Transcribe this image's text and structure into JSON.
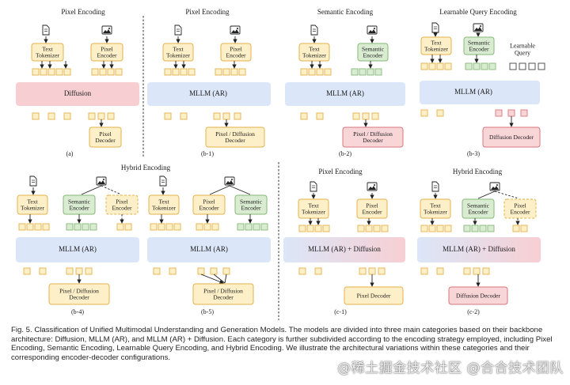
{
  "panels": {
    "a": {
      "title": "Pixel Encoding",
      "text_tokenizer": "Text\nTokenizer",
      "pixel_encoder": "Pixel\nEncoder",
      "backbone": "Diffusion",
      "decoder": "Pixel\nDecoder",
      "label": "(a)"
    },
    "b1": {
      "title": "Pixel Encoding",
      "text_tokenizer": "Text\nTokenizer",
      "pixel_encoder": "Pixel\nEncoder",
      "backbone": "MLLM (AR)",
      "decoder": "Pixel / Diffusion\nDecoder",
      "label": "(b-1)"
    },
    "b2": {
      "title": "Semantic Encoding",
      "text_tokenizer": "Text\nTokenizer",
      "semantic_encoder": "Semantic\nEncoder",
      "backbone": "MLLM (AR)",
      "decoder": "Pixel / Diffusion\nDecoder",
      "label": "(b-2)"
    },
    "b3": {
      "title": "Learnable Query Encoding",
      "text_tokenizer": "Text\nTokenizer",
      "semantic_encoder": "Semantic\nEncoder",
      "learnable_query": "Learnable\nQuery",
      "backbone": "MLLM (AR)",
      "decoder": "Diffusion Decoder",
      "label": "(b-3)"
    },
    "b4": {
      "text_tokenizer": "Text\nTokenizer",
      "semantic_encoder": "Semantic\nEncoder",
      "pixel_encoder": "Pixel\nEncoder",
      "backbone": "MLLM (AR)",
      "decoder": "Pixel / Diffusion\nDecoder",
      "label": "(b-4)"
    },
    "b5": {
      "text_tokenizer": "Text\nTokenizer",
      "pixel_encoder": "Pixel\nEncoder",
      "semantic_encoder": "Semantic\nEncoder",
      "backbone": "MLLM (AR)",
      "decoder": "Pixel / Diffusion\nDecoder",
      "label": "(b-5)"
    },
    "hybrid_title": "Hybrid Encoding",
    "c1": {
      "title": "Pixel Encoding",
      "text_tokenizer": "Text\nTokenizer",
      "pixel_encoder": "Pixel\nEncoder",
      "backbone": "MLLM (AR) + Diffusion",
      "decoder": "Pixel Decoder",
      "label": "(c-1)"
    },
    "c2": {
      "title": "Hybrid Encoding",
      "text_tokenizer": "Text\nTokenizer",
      "semantic_encoder": "Semantic\nEncoder",
      "pixel_encoder": "Pixel\nEncoder",
      "backbone": "MLLM (AR) + Diffusion",
      "decoder": "Diffusion Decoder",
      "label": "(c-2)"
    }
  },
  "caption": "Fig. 5. Classification of Unified Multimodal Understanding and Generation Models. The models are divided into three main categories based on their backbone architecture: Diffusion, MLLM (AR), and MLLM (AR) + Diffusion. Each category is further subdivided according to the encoding strategy employed, including Pixel Encoding, Semantic Encoding, Learnable Query Encoding, and Hybrid Encoding. We illustrate the architectural variations within these categories and their corresponding encoder-decoder configurations.",
  "watermark": "@稀土掘金技术社区  @合合技术团队",
  "colors": {
    "yellow_fill": "#fdf0c8",
    "yellow_stroke": "#e4b24a",
    "green_fill": "#d9ecd2",
    "green_stroke": "#86b877",
    "red_fill": "#f8d5d7",
    "red_stroke": "#d9777d",
    "blue_fill": "#dbe6f8",
    "diffusion_fill": "#f7cfd3",
    "query_stroke": "#444444",
    "divider": "#6b6b6b"
  }
}
